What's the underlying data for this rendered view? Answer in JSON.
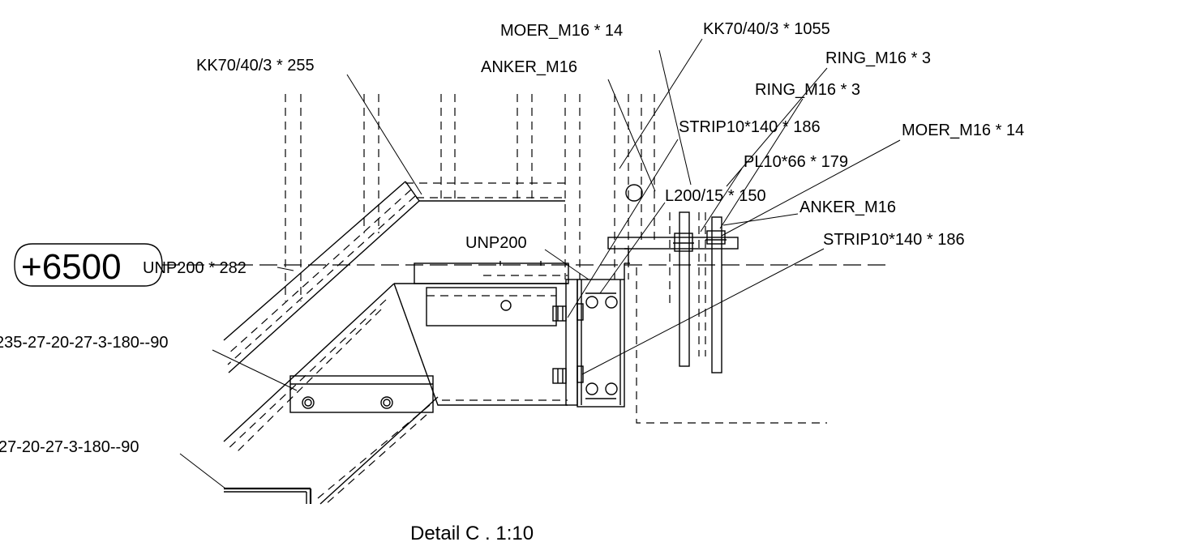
{
  "diagram": {
    "level_marker": "+6500",
    "title": "Detail C . 1:10",
    "labels": {
      "moer_top": "MOER_M16 * 14",
      "kk_1055": "KK70/40/3 * 1055",
      "ring_1": "RING_M16 * 3",
      "kk_255": "KK70/40/3 * 255",
      "anker_top": "ANKER_M16",
      "ring_2": "RING_M16 * 3",
      "strip_top": "STRIP10*140 * 186",
      "moer_right": "MOER_M16 * 14",
      "pl": "PL10*66 * 179",
      "l200": "L200/15 * 150",
      "anker_right": "ANKER_M16",
      "unp200": "UNP200",
      "strip_right": "STRIP10*140 * 186",
      "unp282": "UNP200 * 282",
      "clip_1": "235-27-20-27-3-180--90",
      "clip_2": "27-20-27-3-180--90"
    }
  }
}
